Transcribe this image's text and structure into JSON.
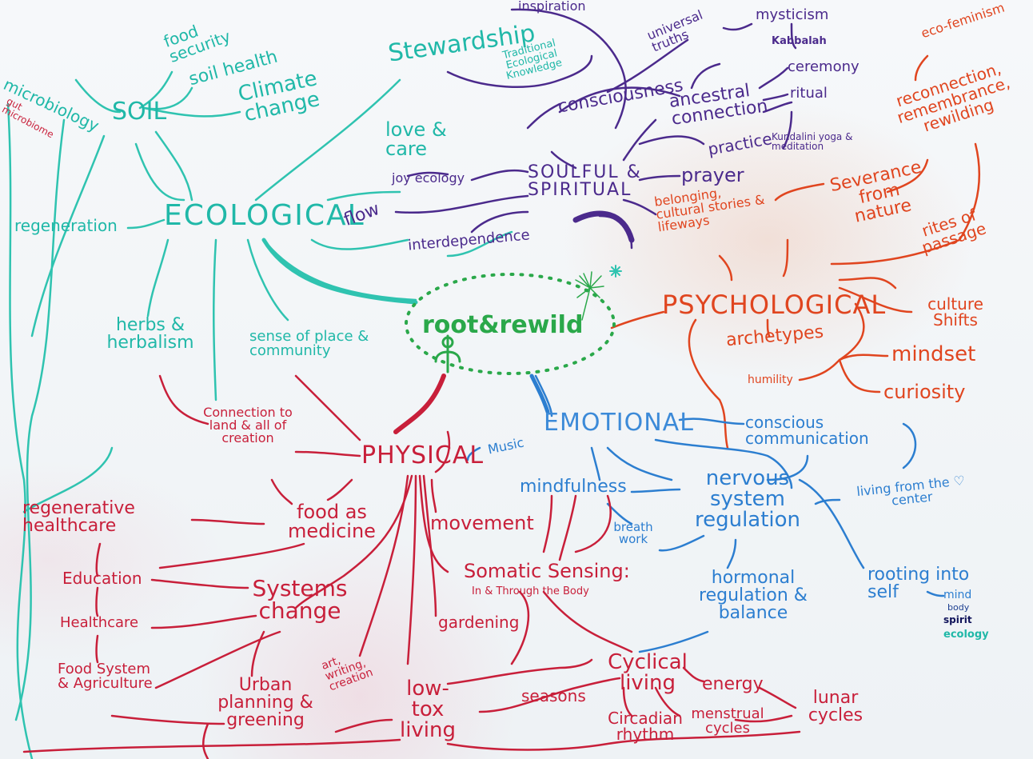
{
  "center": {
    "title": "root&rewild"
  },
  "colors": {
    "ecological": "#20b8a8",
    "spiritual": "#4b2a8c",
    "physical": "#c81f3a",
    "psychological": "#e0451f",
    "emotional": "#2c7ed0",
    "center": "#2aa84a"
  },
  "hubs": {
    "ecological": "ECOLOGICAL",
    "spiritual": "SOULFUL & SPIRITUAL",
    "psychological": "PSYCHOLOGICAL",
    "emotional": "EMOTIONAL",
    "physical": "PHYSICAL"
  },
  "ecological": {
    "soil": "SOIL",
    "food_security": "food security",
    "soil_health": "soil health",
    "climate_change": "Climate change",
    "microbiology": "microbiology",
    "gut_microbiome": "gut microbiome",
    "stewardship": "Stewardship",
    "tek": "Traditional Ecological Knowledge",
    "love_care": "love & care",
    "regeneration": "regeneration",
    "herbs": "herbs & herbalism",
    "sense_place": "sense of place & community",
    "regenerative_healthcare": "regenerative healthcare"
  },
  "spiritual": {
    "inspiration": "inspiration",
    "universal_truths": "universal truths",
    "mysticism": "mysticism",
    "kabbalah": "Kabbalah",
    "consciousness": "consciousness",
    "ancestral": "ancestral connection",
    "ceremony": "ceremony",
    "ritual": "ritual",
    "practice": "practice",
    "kundalini": "Kundalini yoga & meditation",
    "prayer": "prayer",
    "joy_ecology": "joy ecology",
    "flow": "flow",
    "interdependence": "interdependence"
  },
  "psychological": {
    "eco_feminism": "eco-feminism",
    "reconnection": "reconnection, remembrance, rewilding",
    "severance": "Severance from nature",
    "belonging": "belonging, cultural stories & lifeways",
    "rites": "rites of passage",
    "culture_shifts": "culture Shifts",
    "archetypes": "archetypes",
    "humility": "humility",
    "mindset": "mindset",
    "curiosity": "curiosity"
  },
  "emotional": {
    "music": "Music",
    "conscious_communication": "conscious communication",
    "mindfulness": "mindfulness",
    "nervous_system": "nervous system regulation",
    "living_center": "living from the ♡ center",
    "breath_work": "breath work",
    "hormonal": "hormonal regulation & balance",
    "rooting": "rooting into self",
    "mind": "mind",
    "body": "body",
    "spirit": "spirit",
    "ecology": "ecology"
  },
  "physical": {
    "connection_land": "Connection to land & all of creation",
    "food_medicine": "food as medicine",
    "movement": "movement",
    "somatic": "Somatic Sensing:",
    "somatic_sub": "In & Through the Body",
    "systems_change": "Systems change",
    "education": "Education",
    "healthcare": "Healthcare",
    "food_system": "Food System & Agriculture",
    "urban": "Urban planning & greening",
    "art": "art, writing, creation",
    "gardening": "gardening",
    "low_tox": "low-tox living",
    "cyclical": "Cyclical living",
    "seasons": "seasons",
    "energy": "energy",
    "lunar": "lunar cycles",
    "menstrual": "menstrual cycles",
    "circadian": "Circadian rhythm"
  }
}
